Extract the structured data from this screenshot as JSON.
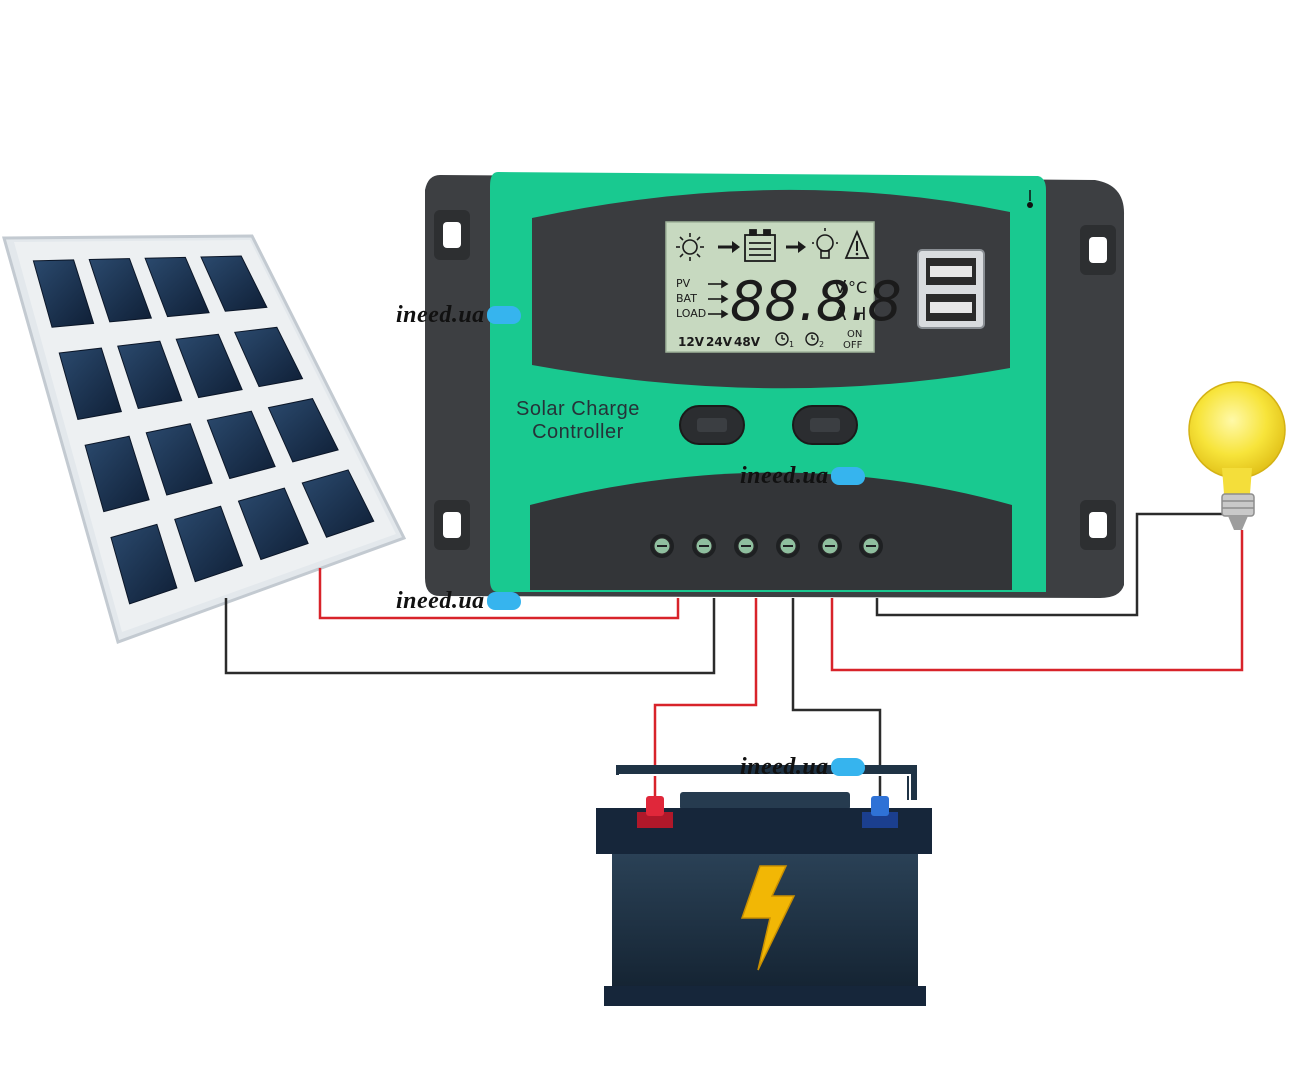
{
  "controller": {
    "label_line1": "Solar Charge",
    "label_line2": "Controller"
  },
  "lcd": {
    "pv": "PV",
    "bat": "BAT",
    "load": "LOAD",
    "digits": "88.8.8",
    "unit_v": "V",
    "unit_c": "°C",
    "unit_a": "A",
    "unit_h": "H",
    "v12": "12V",
    "v24": "24V",
    "v48": "48V",
    "timer1": "1",
    "timer2": "2",
    "on": "ON",
    "off": "OFF"
  },
  "watermarks": [
    "ineed.ua",
    "ineed.ua",
    "ineed.ua",
    "ineed.ua"
  ],
  "colors": {
    "housing_green": "#19c990",
    "housing_dark": "#3d3f42",
    "wire_positive": "#d8232a",
    "wire_negative": "#2b2b2b",
    "battery_body": "#1f3345",
    "bolt": "#f2b705"
  }
}
